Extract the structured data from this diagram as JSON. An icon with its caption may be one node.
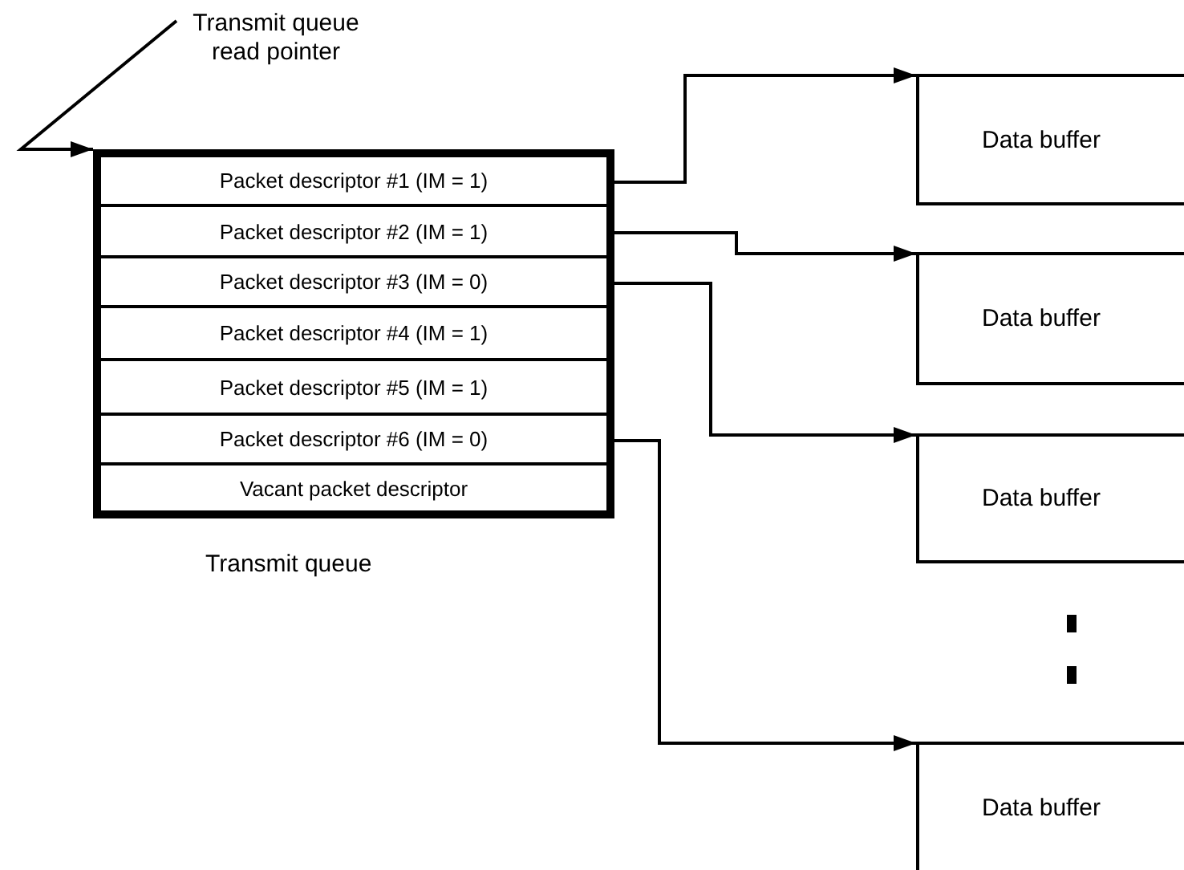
{
  "diagram": {
    "nodes": [
      {
        "text": [
          "Transmit queue read pointer"
        ]
      },
      {
        "text": [],
        "shape": "box",
        "beside": [
          "Transmit queue"
        ]
      },
      {
        "text": [
          "Packet descriptor #1 (IM = 1)"
        ],
        "in": 1
      },
      {
        "text": [
          "Packet descriptor #2 (IM = 1)"
        ],
        "in": 1
      },
      {
        "text": [
          "Packet descriptor #3 (IM = 0)"
        ],
        "in": 1
      },
      {
        "text": [
          "Packet descriptor #4 (IM = 1)"
        ],
        "in": 1
      },
      {
        "text": [
          "Packet descriptor #5 (IM = 1)"
        ],
        "in": 1
      },
      {
        "text": [
          "Packet descriptor #6 (IM = 0)"
        ],
        "in": 1
      },
      {
        "text": [
          "Vacant packet descriptor"
        ],
        "in": 1
      },
      {
        "text": [
          "Data buffer"
        ]
      },
      {
        "text": [
          "Data buffer"
        ]
      },
      {
        "text": [
          "Data buffer"
        ]
      },
      {
        "text": [
          "Data buffer"
        ]
      }
    ],
    "edges": [
      {
        "from": 0,
        "to": 1,
        "arrow": "to"
      },
      {
        "from": 2,
        "to": 9,
        "arrow": "to"
      },
      {
        "from": 3,
        "to": 10,
        "arrow": "to"
      },
      {
        "from": 4,
        "to": 11,
        "arrow": "to"
      },
      {
        "from": 7,
        "to": 12,
        "arrow": "to"
      }
    ]
  }
}
